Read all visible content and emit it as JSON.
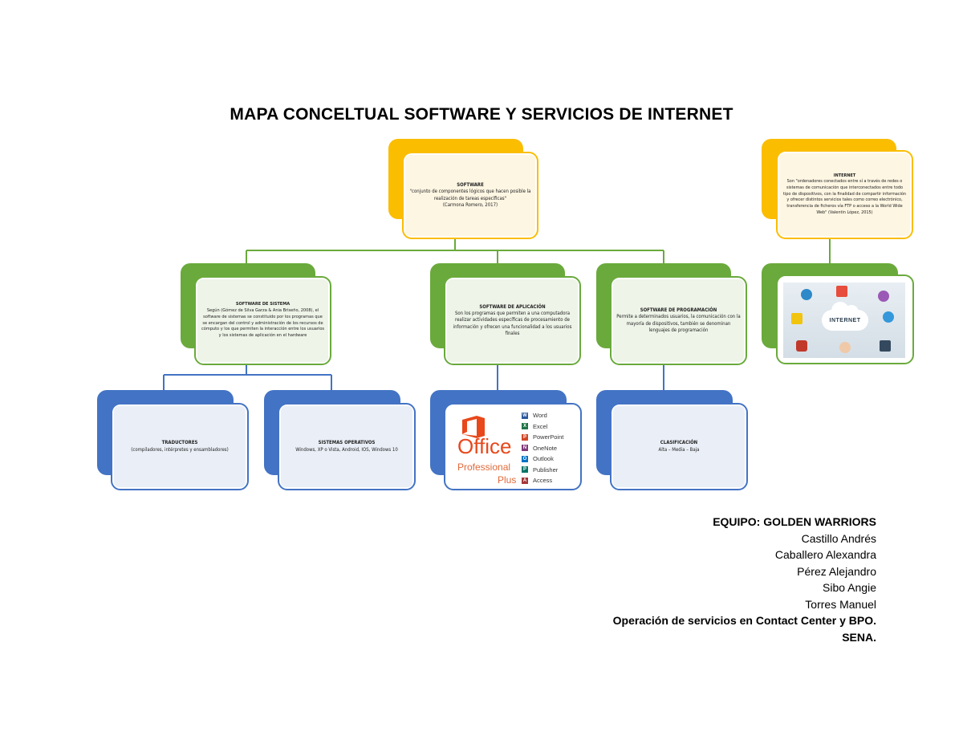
{
  "title": "MAPA CONCELTUAL SOFTWARE Y SERVICIOS DE INTERNET",
  "colors": {
    "yellow": "#fbbd00",
    "green": "#6aaa3c",
    "blue": "#4373c4"
  },
  "software": {
    "heading": "SOFTWARE",
    "text": "\"conjunto de componentes lógicos que hacen posible la realización de tareas específicas\"",
    "cite": "(Carmona Romero, 2017)"
  },
  "internet": {
    "heading": "INTERNET",
    "text": "Son \"ordenadores conectados entre sí a través de redes o sistemas de comunicación que interconectados entre todo tipo de dispositivos, con la finalidad de compartir información y ofrecer distintos servicios tales como correo electrónico, transferencia de ficheros vía FTP o acceso a la World Wide Web\" (Valentin López, 2015)",
    "image_label": "INTERNET",
    "image_icon": "internet-network-image"
  },
  "sistema": {
    "heading": "SOFTWARE DE SISTEMA",
    "text": "Según (Gómez de Silva Garza & Ania Briseño, 2008), el software de sistemas se constituido por los programas que se encargan del control y administración de los recursos de cómputo y los que permiten la interacción entre los usuarios y los sistemas de aplicación en el hardware"
  },
  "aplicacion": {
    "heading": "SOFTWARE DE APLICACIÓN",
    "text": "Son los programas que permiten a una computadora realizar actividades específicas de procesamiento de información y ofrecen una funcionalidad a los usuarios finales"
  },
  "programacion": {
    "heading": "SOFTWARE DE PROGRAMACIÓN",
    "text": "Permite a determinados usuarios, la comunicación con la mayoría de dispositivos, también se denominan lenguajes de programación"
  },
  "traductores": {
    "heading": "TRADUCTORES",
    "text": "(compiladores, intérpretes y ensambladores)"
  },
  "sistemas_operativos": {
    "heading": "SISTEMAS OPERATIVOS",
    "text": "Windows, XP o Vista, Android, IOS, Windows 10"
  },
  "clasificacion": {
    "heading": "CLASIFICACIÓN",
    "text": "Alta – Media – Baja"
  },
  "office": {
    "brand": "Office",
    "line1": "Professional",
    "line2": "Plus",
    "apps": [
      {
        "name": "Word",
        "color": "#2b579a",
        "letter": "W"
      },
      {
        "name": "Excel",
        "color": "#217346",
        "letter": "X"
      },
      {
        "name": "PowerPoint",
        "color": "#d24726",
        "letter": "P"
      },
      {
        "name": "OneNote",
        "color": "#80397b",
        "letter": "N"
      },
      {
        "name": "Outlook",
        "color": "#0072c6",
        "letter": "O"
      },
      {
        "name": "Publisher",
        "color": "#077568",
        "letter": "P"
      },
      {
        "name": "Access",
        "color": "#a4373a",
        "letter": "A"
      }
    ]
  },
  "team": {
    "name": "EQUIPO: GOLDEN WARRIORS",
    "members": [
      "Castillo Andrés",
      "Caballero Alexandra",
      "Pérez Alejandro",
      "Sibo Angie",
      "Torres Manuel"
    ],
    "program": "Operación de servicios en Contact Center y BPO.",
    "institution": "SENA."
  }
}
